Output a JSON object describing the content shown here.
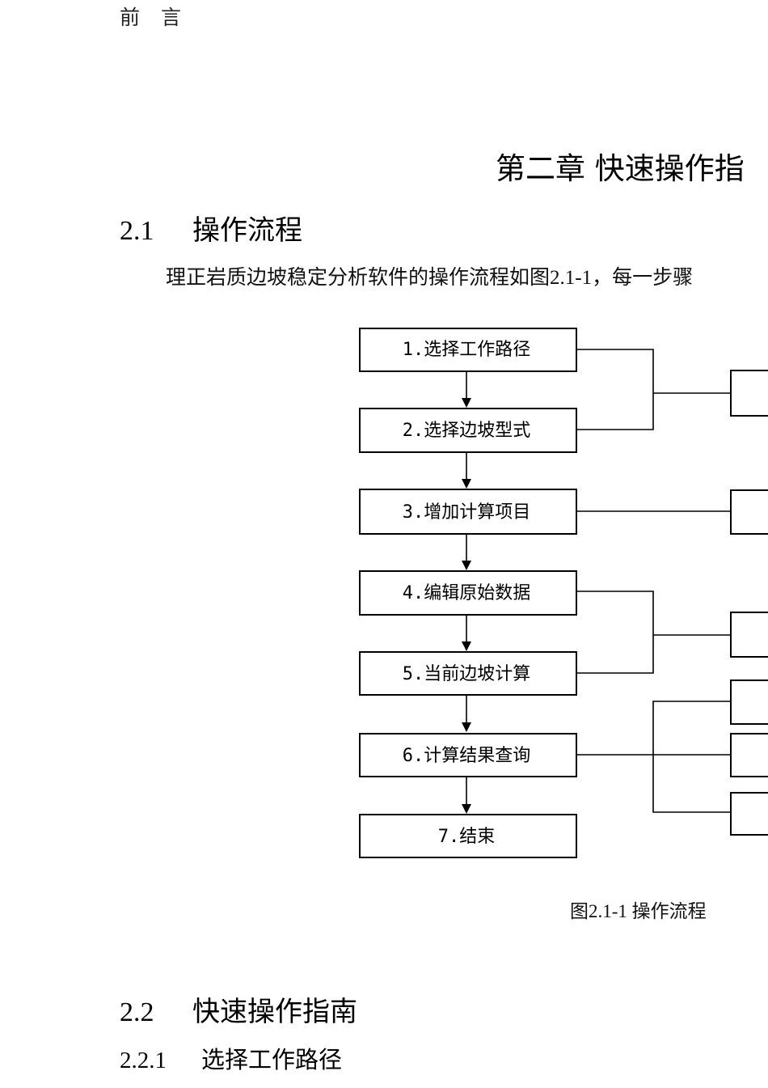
{
  "page": {
    "header": "前 言",
    "chapter_title": "第二章 快速操作指",
    "sections": {
      "s21": {
        "number": "2.1",
        "title": "操作流程"
      },
      "s22": {
        "number": "2.2",
        "title": "快速操作指南"
      },
      "s221": {
        "number": "2.2.1",
        "title": "选择工作路径"
      }
    },
    "intro_text": "理正岩质边坡稳定分析软件的操作流程如图2.1-1，每一步骤",
    "figure_caption": "图2.1-1  操作流程"
  },
  "flowchart": {
    "steps": [
      "1.选择工作路径",
      "2.选择边坡型式",
      "3.增加计算项目",
      "4.编辑原始数据",
      "5.当前边坡计算",
      "6.计算结果查询",
      "7.结束"
    ]
  }
}
